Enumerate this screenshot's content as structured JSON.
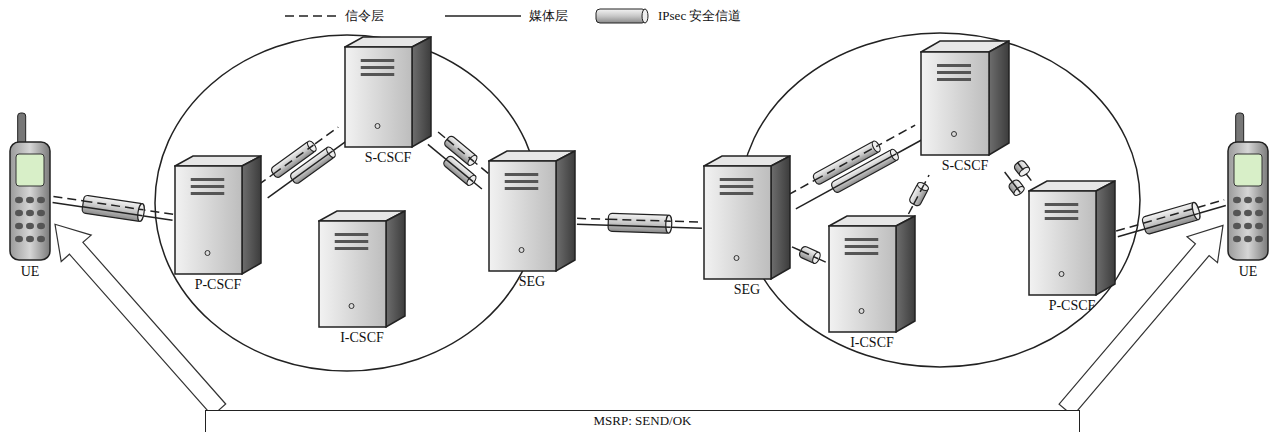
{
  "diagram": {
    "nodes": [
      {
        "text": [
          "UE"
        ]
      },
      {
        "text": [
          "P-CSCF"
        ]
      },
      {
        "text": [
          "S-CSCF"
        ]
      },
      {
        "text": [
          "I-CSCF"
        ]
      },
      {
        "text": [
          "SEG"
        ]
      },
      {
        "text": [
          "SEG"
        ]
      },
      {
        "text": [
          "S-CSCF"
        ]
      },
      {
        "text": [
          "I-CSCF"
        ]
      },
      {
        "text": [
          "P-CSCF"
        ]
      },
      {
        "text": [
          "UE"
        ]
      },
      {
        "text": [
          "MSRP: SEND/OK"
        ]
      }
    ],
    "edges": [
      {
        "from": 0,
        "to": 1,
        "arrow": "none"
      },
      {
        "from": 1,
        "to": 2,
        "arrow": "none"
      },
      {
        "from": 2,
        "to": 4,
        "arrow": "none"
      },
      {
        "from": 4,
        "to": 5,
        "arrow": "none"
      },
      {
        "from": 5,
        "to": 6,
        "arrow": "none"
      },
      {
        "from": 5,
        "to": 7,
        "arrow": "none"
      },
      {
        "from": 7,
        "to": 6,
        "arrow": "none"
      },
      {
        "from": 6,
        "to": 8,
        "arrow": "none"
      },
      {
        "from": 8,
        "to": 9,
        "arrow": "none"
      },
      {
        "from": 10,
        "to": 0,
        "arrow": "to"
      },
      {
        "from": 10,
        "to": 9,
        "arrow": "to"
      }
    ],
    "legend": [
      {
        "text": "信令层"
      },
      {
        "text": "媒体层"
      },
      {
        "text": "IPsec 安全信道"
      }
    ]
  }
}
